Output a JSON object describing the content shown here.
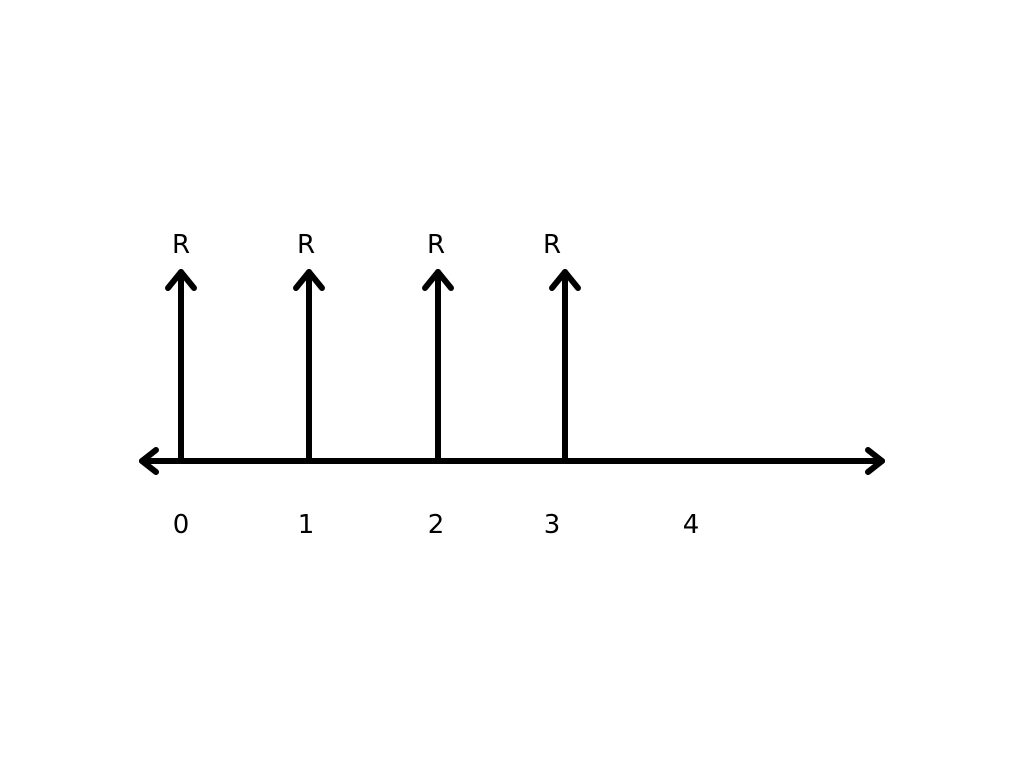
{
  "diagram": {
    "type": "cash-flow timeline",
    "stroke_color": "#000000",
    "background_color": "#ffffff",
    "period_labels": [
      "0",
      "1",
      "2",
      "3",
      "4"
    ],
    "payments": [
      {
        "period": "0",
        "label": "R"
      },
      {
        "period": "1",
        "label": "R"
      },
      {
        "period": "2",
        "label": "R"
      },
      {
        "period": "3",
        "label": "R"
      }
    ]
  }
}
